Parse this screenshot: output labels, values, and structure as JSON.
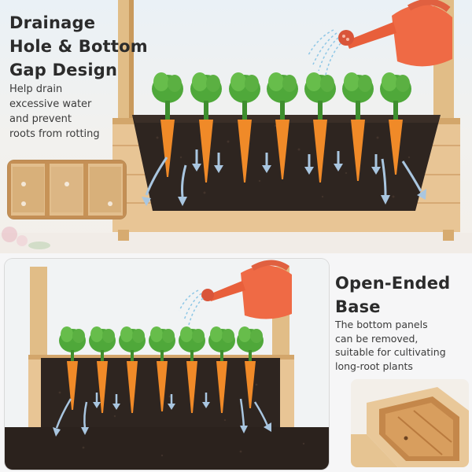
{
  "drainage": {
    "title_line1": "Drainage",
    "title_line2": "Hole & Bottom",
    "title_line3": "Gap Design",
    "desc_line1": "Help drain",
    "desc_line2": "excessive water",
    "desc_line3": "and prevent",
    "desc_line4": "roots from rotting"
  },
  "open_base": {
    "title_line1": "Open-Ended",
    "title_line2": "Base",
    "desc_line1": "The bottom panels",
    "desc_line2": "can be removed,",
    "desc_line3": "suitable for cultivating",
    "desc_line4": "long-root plants"
  },
  "colors": {
    "wood": "#e3bf8a",
    "wood_dark": "#c99a5c",
    "soil": "#2e2520",
    "carrot": "#f08a28",
    "leaf": "#4fa83a",
    "watering_can": "#ef6a45",
    "water_arrow": "#8fb4d6"
  }
}
